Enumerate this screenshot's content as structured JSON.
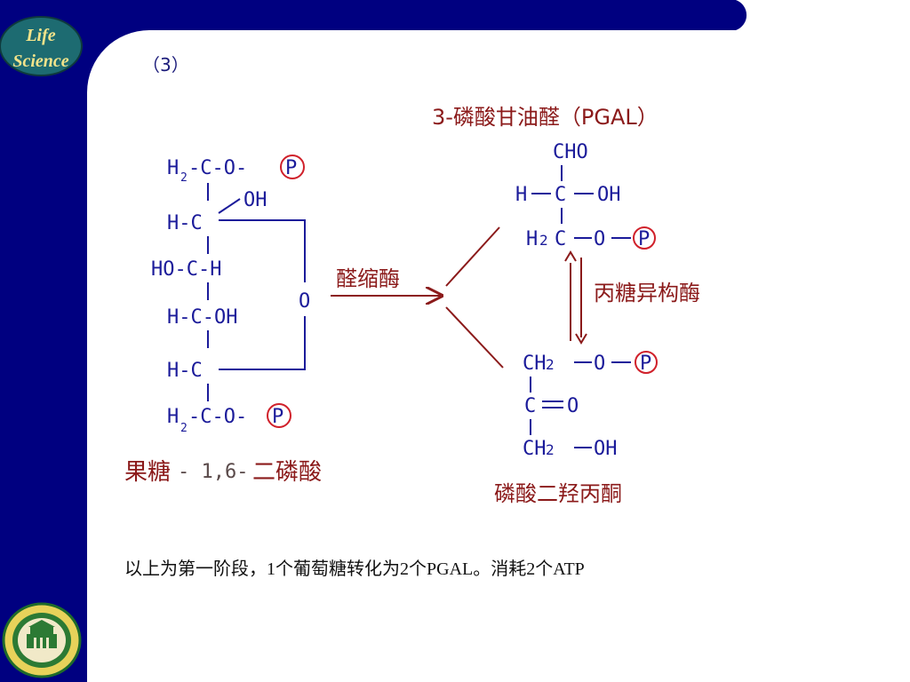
{
  "slide": {
    "badge_line1": "Life",
    "badge_line2": "Science",
    "step_label": "（3）",
    "summary": "以上为第一阶段，1个葡萄糖转化为2个PGAL。消耗2个ATP",
    "colors": {
      "navy": "#000080",
      "chem_blue": "#1b1b9a",
      "label_red": "#8b1a1a",
      "circle_red": "#d0202a",
      "badge_gold": "#f2e38a"
    },
    "logo_icon": "university-seal-icon"
  },
  "diagram": {
    "fructose": {
      "row1": {
        "left": "H",
        "sub": "2",
        "rest": "-C-O-",
        "p": "P"
      },
      "oh1": "OH",
      "row2": "H-C",
      "row3": "HO-C-H",
      "ring_o": "O",
      "row4": "H-C-OH",
      "row5": "H-C",
      "row6": {
        "left": "H",
        "sub": "2",
        "rest": "-C-O-",
        "p": "P"
      },
      "name_a": "果糖",
      "name_b": "- 1,6-",
      "name_c": "二磷酸"
    },
    "enzyme_aldolase": "醛缩酶",
    "pgal": {
      "title": "3-磷酸甘油醛（PGAL）",
      "cho": "CHO",
      "mid_h": "H",
      "mid_c": "C",
      "mid_oh": "OH",
      "bot_h": "H",
      "bot_sub": "2",
      "bot_c": "C",
      "bot_o": "O",
      "p": "P"
    },
    "enzyme_isomerase": "丙糖异构酶",
    "dhap": {
      "top_ch": "CH",
      "top_sub": "2",
      "top_o": "O",
      "p": "P",
      "mid_c": "C",
      "mid_o": "O",
      "bot_ch": "CH",
      "bot_sub": "2",
      "bot_oh": "OH",
      "name": "磷酸二羟丙酮"
    }
  }
}
